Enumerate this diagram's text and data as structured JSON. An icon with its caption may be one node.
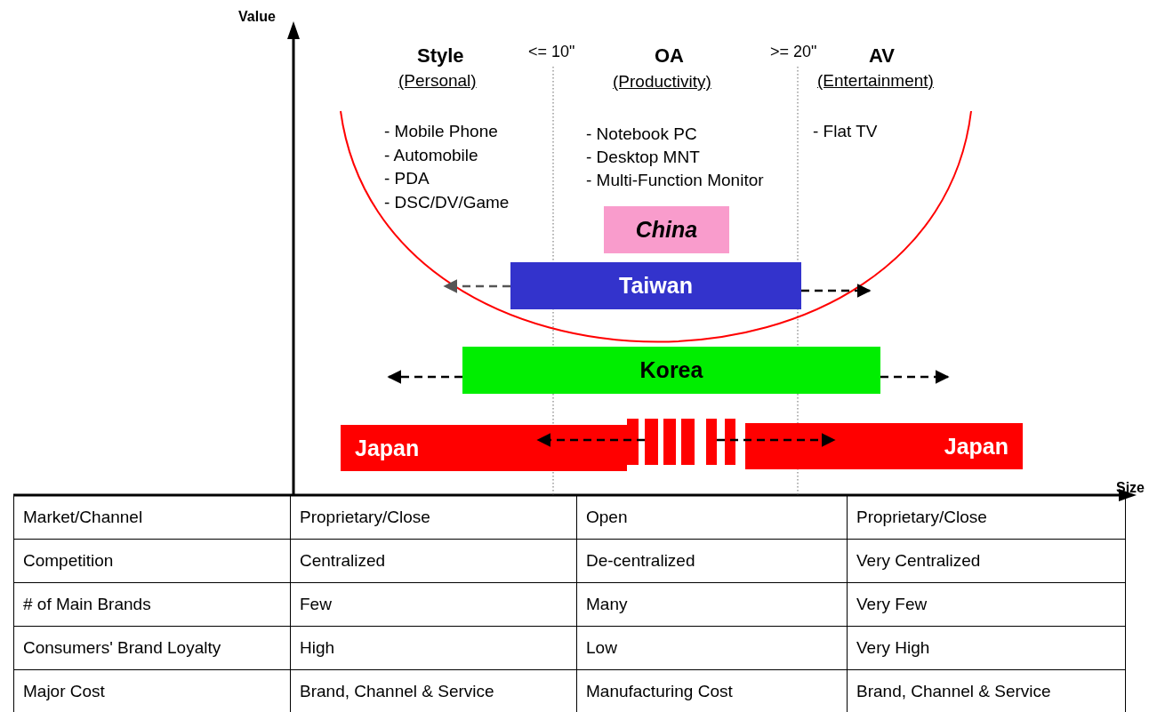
{
  "diagram": {
    "nodes": [
      {
        "text": [
          "China"
        ]
      },
      {
        "text": [
          "Taiwan"
        ]
      },
      {
        "text": [
          "Korea"
        ]
      },
      {
        "text": [
          "Japan"
        ]
      },
      {
        "text": [],
        "shape": "bar"
      },
      {
        "text": [],
        "shape": "bar"
      },
      {
        "text": [],
        "shape": "bar"
      },
      {
        "text": [],
        "shape": "bar"
      },
      {
        "text": [],
        "shape": "bar"
      },
      {
        "text": [],
        "shape": "bar"
      },
      {
        "text": [
          "Japan"
        ]
      }
    ],
    "edges": [
      {
        "from": 1,
        "to": null,
        "arrow": "to",
        "style": "dashed",
        "color": "#555555"
      },
      {
        "from": 1,
        "to": null,
        "arrow": "to",
        "style": "dashed"
      },
      {
        "from": 2,
        "to": null,
        "arrow": "to",
        "style": "dashed"
      },
      {
        "from": 2,
        "to": null,
        "arrow": "to",
        "style": "dashed"
      },
      {
        "from": 5,
        "to": 3,
        "arrow": "to",
        "style": "dashed"
      },
      {
        "from": 8,
        "to": 10,
        "arrow": "to",
        "style": "dashed"
      }
    ],
    "labels": [
      "Value",
      "Style",
      "<= 10\"",
      "OA",
      ">= 20\"",
      "AV",
      "(Personal)",
      "(Productivity)",
      "(Entertainment)",
      "- Mobile Phone",
      "- Automobile",
      "- PDA",
      "- DSC/DV/Game",
      "- Notebook PC",
      "- Desktop MNT",
      "- Multi-Function Monitor",
      "- Flat TV",
      "Size",
      "Market/Channel",
      "Proprietary/Close",
      "Open",
      "Proprietary/Close",
      "Competition",
      "Centralized",
      "De-centralized",
      "Very Centralized",
      "# of Main Brands",
      "Few",
      "Many",
      "Very Few",
      "Consumers' Brand Loyalty",
      "High",
      "Low",
      "Very High",
      "Major Cost",
      "Brand, Channel & Service",
      "Manufacturing Cost",
      "Brand, Channel & Service"
    ]
  }
}
